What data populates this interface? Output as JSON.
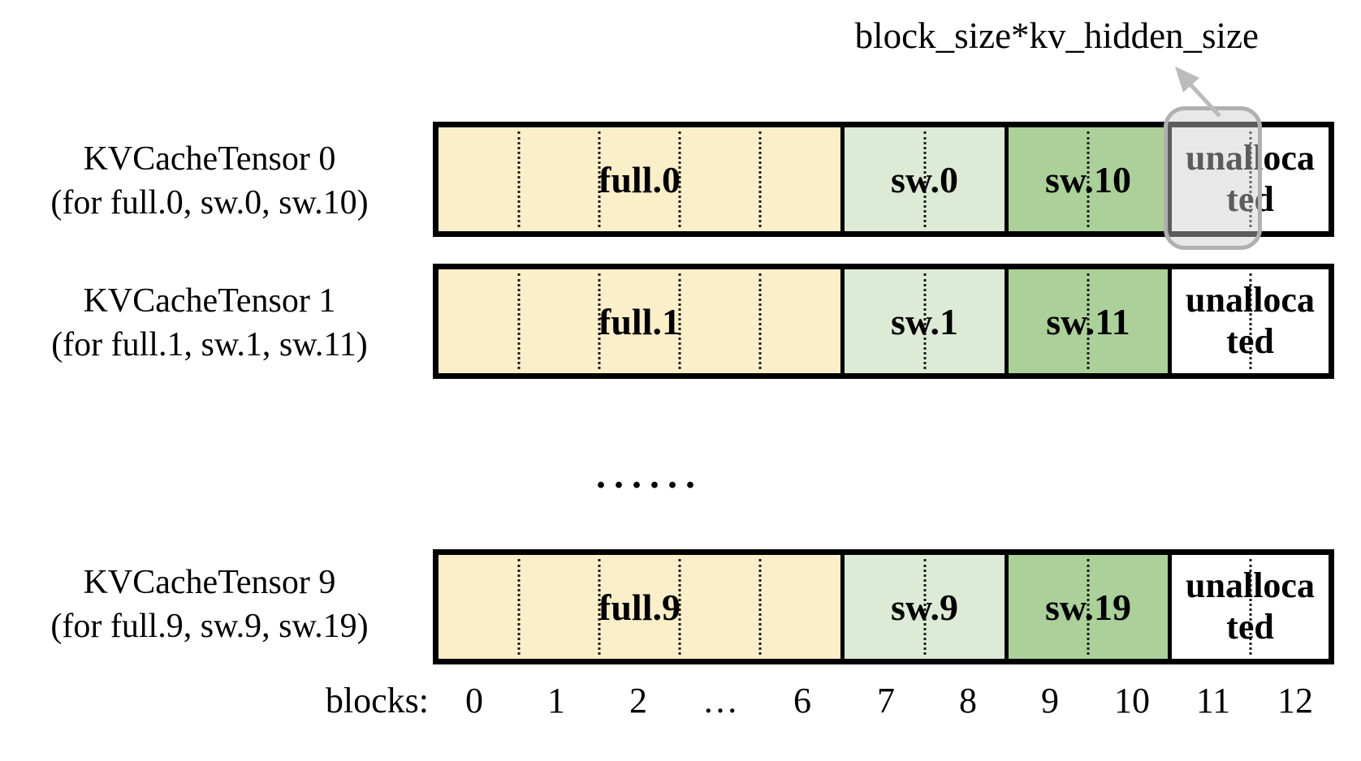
{
  "annotation": {
    "label": "block_size*kv_hidden_size"
  },
  "rows": [
    {
      "title": "KVCacheTensor 0",
      "subtitle": "(for full.0, sw.0, sw.10)",
      "segments": [
        "full.0",
        "sw.0",
        "sw.10",
        "unallocated"
      ]
    },
    {
      "title": "KVCacheTensor 1",
      "subtitle": "(for full.1, sw.1, sw.11)",
      "segments": [
        "full.1",
        "sw.1",
        "sw.11",
        "unallocated"
      ]
    },
    {
      "title": "KVCacheTensor 9",
      "subtitle": "(for full.9, sw.9, sw.19)",
      "segments": [
        "full.9",
        "sw.9",
        "sw.19",
        "unallocated"
      ]
    }
  ],
  "ellipsis": "......",
  "axis": {
    "label": "blocks:",
    "ticks": [
      "0",
      "1",
      "2",
      "…",
      "6",
      "7",
      "8",
      "9",
      "10",
      "11",
      "12"
    ]
  },
  "colors": {
    "text": "#000000",
    "border": "#000000",
    "full-fill": "#FBEFC9",
    "sw-a-fill": "#DCEAD6",
    "sw-b-fill": "#ACD09A",
    "unallocated-fill": "#FFFFFF",
    "highlight-border": "#B0B0B0",
    "highlight-fill": "#CBCBCB73",
    "arrow": "#BBBBBB"
  }
}
